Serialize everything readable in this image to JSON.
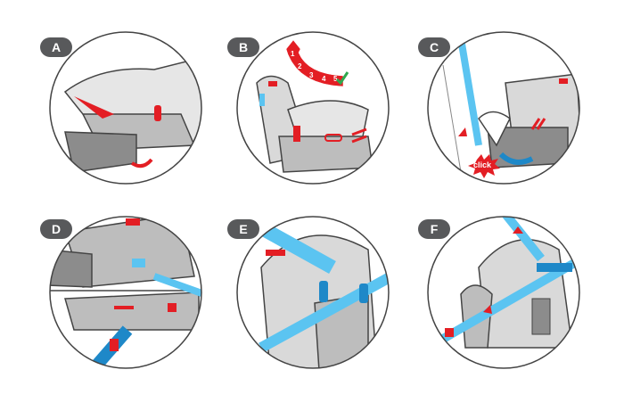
{
  "steps": [
    {
      "label": "A"
    },
    {
      "label": "B",
      "recline_positions": [
        "1",
        "2",
        "3",
        "4",
        "5"
      ]
    },
    {
      "label": "C",
      "callout": "click"
    },
    {
      "label": "D"
    },
    {
      "label": "E"
    },
    {
      "label": "F"
    }
  ],
  "colors": {
    "badge": "#58595b",
    "red": "#e31e24",
    "blue": "#5bc4f1",
    "green": "#2fa84f",
    "outline": "#444444",
    "seat": "#d9d9d9"
  }
}
